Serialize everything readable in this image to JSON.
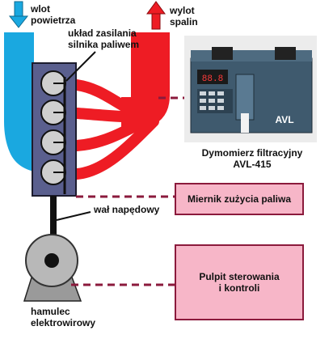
{
  "labels": {
    "air_inlet": [
      "wlot",
      "powietrza"
    ],
    "fuel_system": [
      "układ zasilania",
      "silnika paliwem"
    ],
    "exhaust": [
      "wylot",
      "spalin"
    ],
    "smoke_meter": [
      "Dymomierz filtracyjny",
      "AVL-415"
    ],
    "drive_shaft": "wał napędowy",
    "brake": [
      "hamulec",
      "elektrowirowy"
    ]
  },
  "boxes": {
    "fuel_meter": "Miernik zużycia paliwa",
    "control_desk": [
      "Pulpit sterowania",
      "i kontroli"
    ]
  },
  "device_display": "88.8",
  "device_logo": "AVL",
  "colors": {
    "air": "#1aa8e0",
    "exhaust": "#ee1c24",
    "engine": "#5a5f8e",
    "box_fill": "#f7b6c8",
    "box_border": "#8b1a3c",
    "dash_line": "#8b1a3c"
  }
}
